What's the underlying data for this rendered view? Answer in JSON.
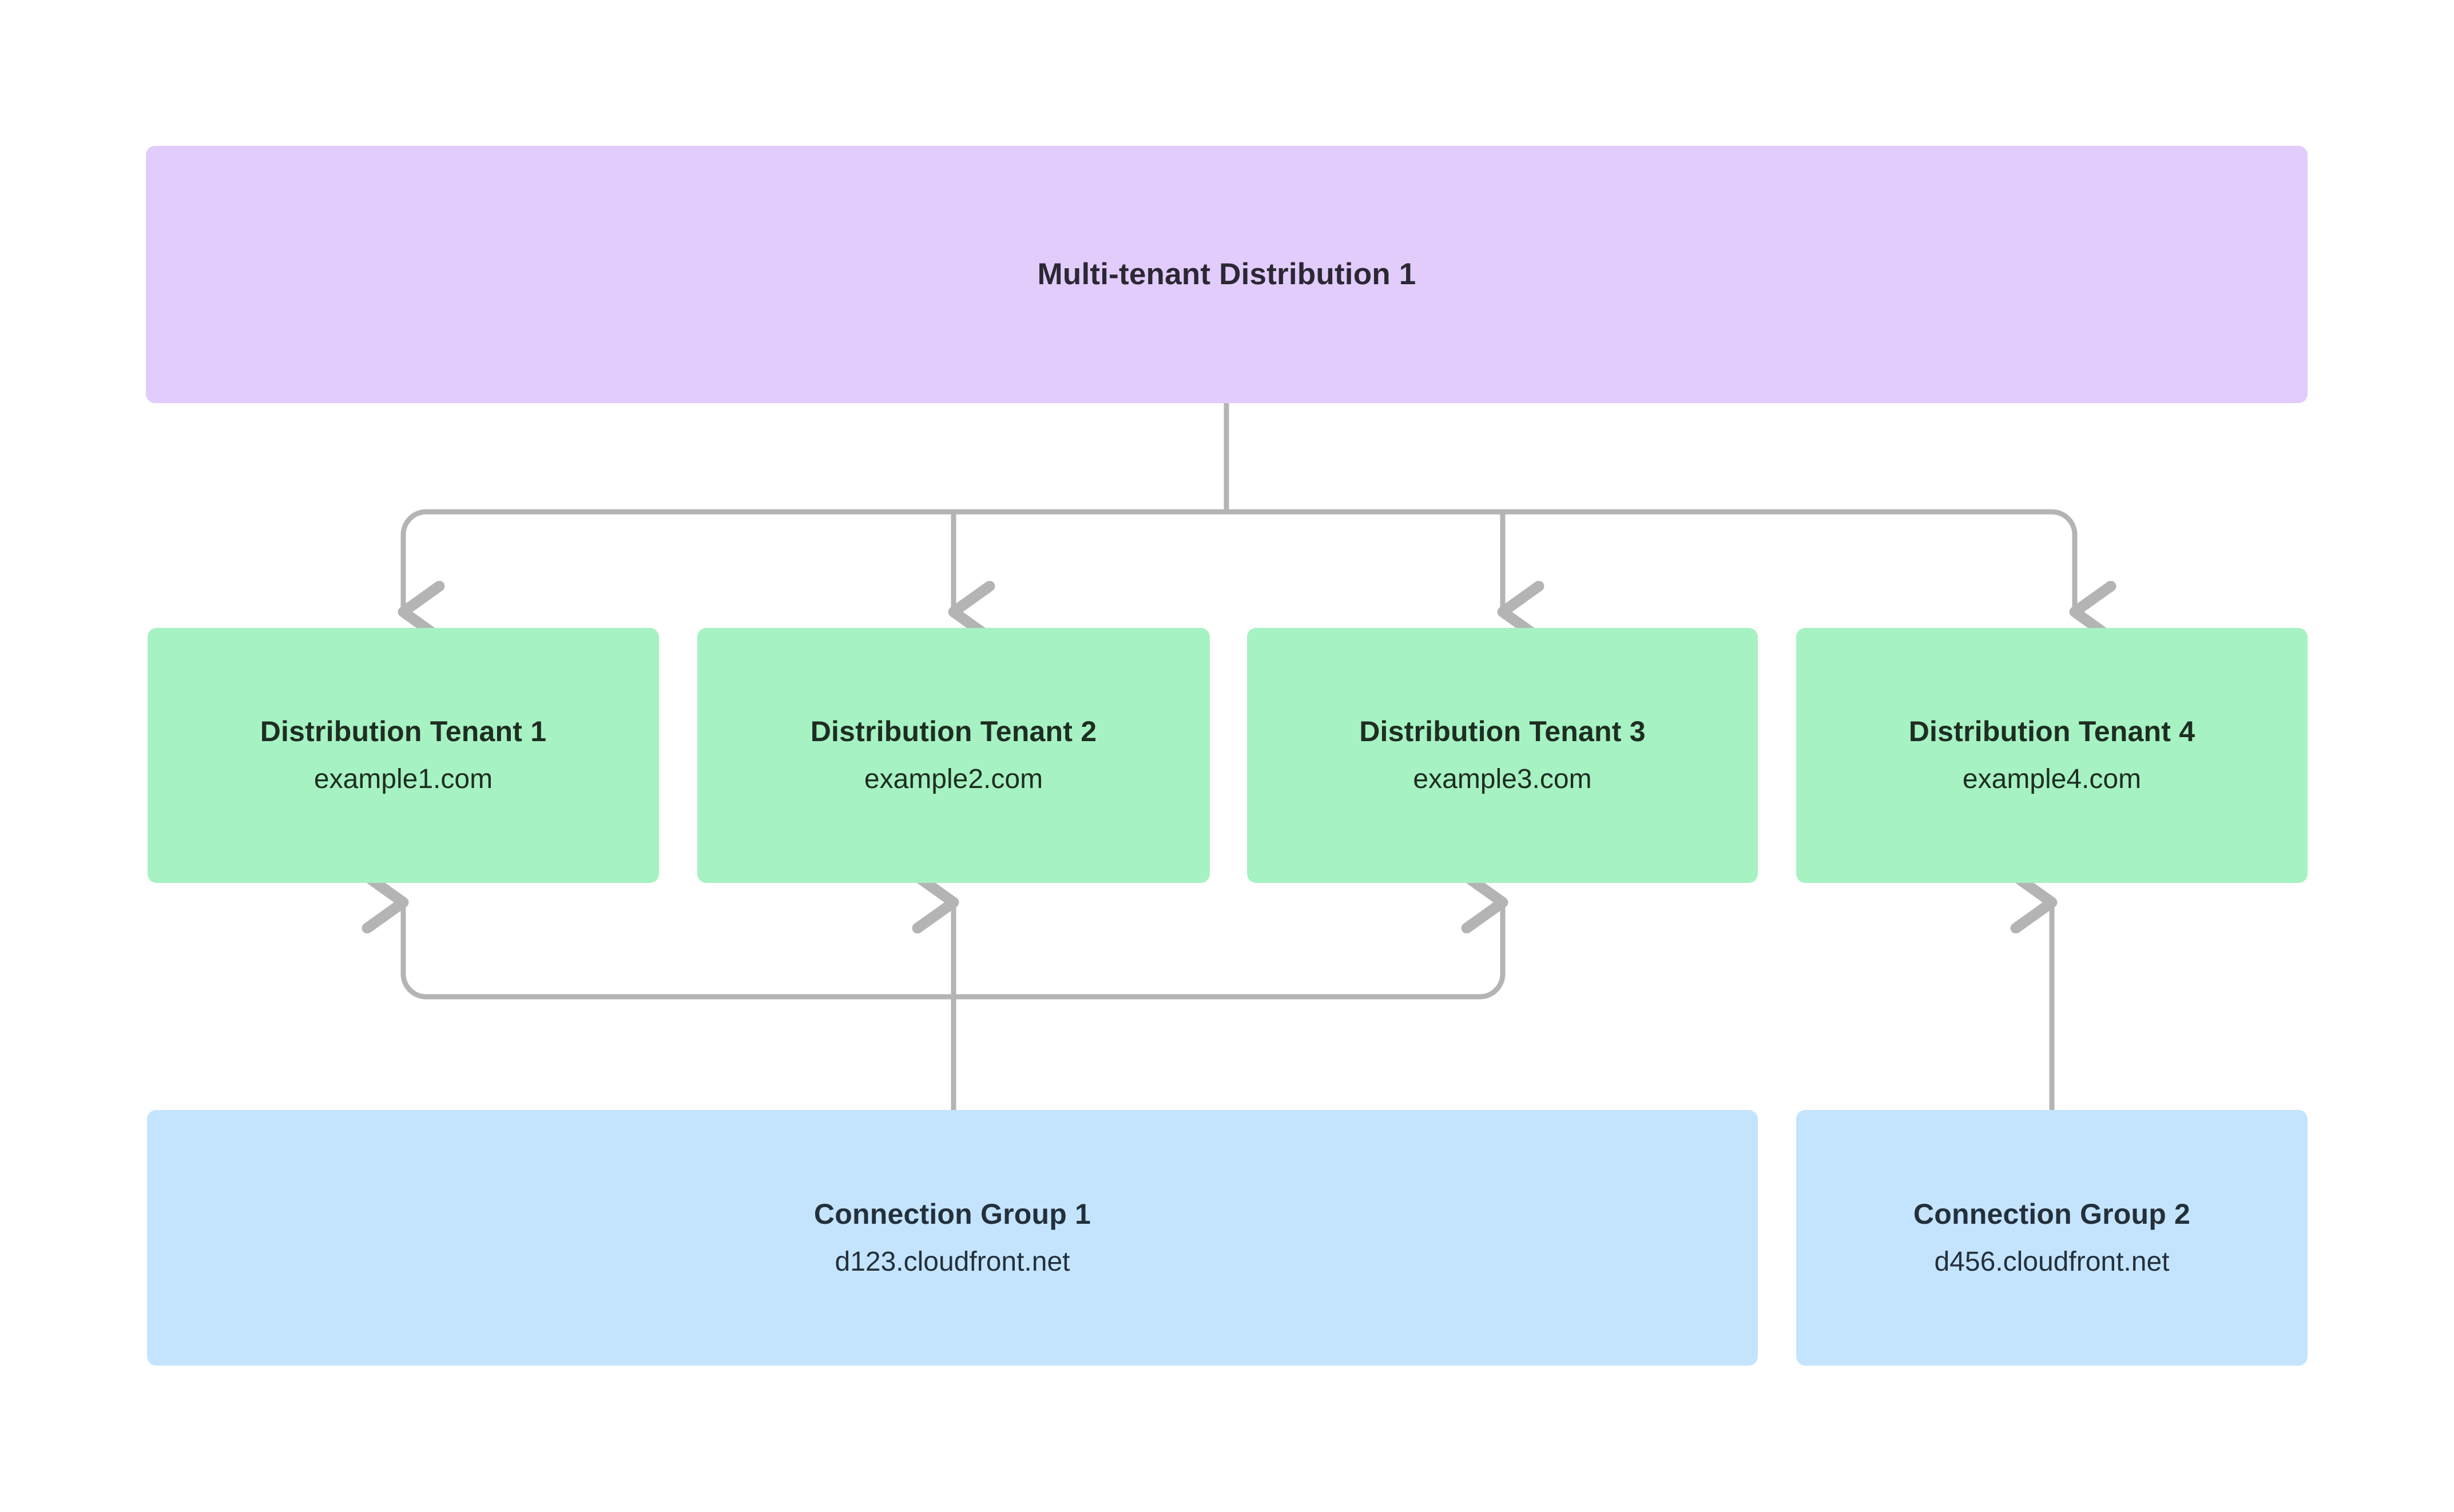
{
  "diagram": {
    "type": "hierarchy",
    "title": "Multi-tenant Distribution 1",
    "background_color": "#FFFFFF",
    "edge_color": "#B4B4B4",
    "root": {
      "label": "Multi-tenant Distribution 1",
      "color": "#E2CCFB",
      "text_color": "#2B2834"
    },
    "tenants": {
      "color": "#A6F2C2",
      "text_color": "#1E2D22",
      "items": [
        {
          "label": "Distribution Tenant 1",
          "domain": "example1.com"
        },
        {
          "label": "Distribution Tenant 2",
          "domain": "example2.com"
        },
        {
          "label": "Distribution Tenant 3",
          "domain": "example3.com"
        },
        {
          "label": "Distribution Tenant 4",
          "domain": "example4.com"
        }
      ]
    },
    "connection_groups": {
      "color": "#C4E4FD",
      "text_color": "#23303C",
      "items": [
        {
          "label": "Connection Group 1",
          "domain": "d123.cloudfront.net"
        },
        {
          "label": "Connection Group 2",
          "domain": "d456.cloudfront.net"
        }
      ]
    },
    "edges": [
      {
        "from": "Multi-tenant Distribution 1",
        "to": "Distribution Tenant 1",
        "direction": "down"
      },
      {
        "from": "Multi-tenant Distribution 1",
        "to": "Distribution Tenant 2",
        "direction": "down"
      },
      {
        "from": "Multi-tenant Distribution 1",
        "to": "Distribution Tenant 3",
        "direction": "down"
      },
      {
        "from": "Multi-tenant Distribution 1",
        "to": "Distribution Tenant 4",
        "direction": "down"
      },
      {
        "from": "Connection Group 1",
        "to": "Distribution Tenant 1",
        "direction": "up"
      },
      {
        "from": "Connection Group 1",
        "to": "Distribution Tenant 2",
        "direction": "up"
      },
      {
        "from": "Connection Group 1",
        "to": "Distribution Tenant 3",
        "direction": "up"
      },
      {
        "from": "Connection Group 2",
        "to": "Distribution Tenant 4",
        "direction": "up"
      }
    ]
  }
}
